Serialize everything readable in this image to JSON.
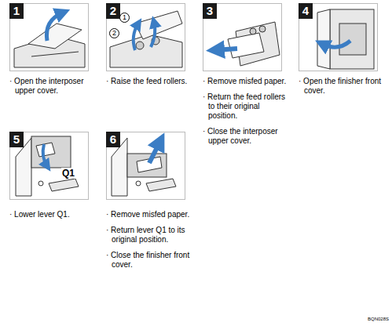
{
  "diagram": {
    "nodes": [
      {
        "text": [
          "1"
        ]
      },
      {
        "text": [
          "2"
        ]
      },
      {
        "text": [
          "1"
        ]
      },
      {
        "text": [
          "2"
        ]
      },
      {
        "text": [
          "3"
        ]
      },
      {
        "text": [
          "4"
        ]
      },
      {
        "text": [
          "5"
        ]
      },
      {
        "text": [
          "6"
        ]
      }
    ],
    "labels": [
      "· Open the interposer upper cover.",
      "· Raise the feed rollers.",
      "· Remove misfed paper.",
      "· Return the feed rollers to their original position.",
      "· Close the interposer upper cover.",
      "· Open the finisher front cover.",
      "Q1",
      "· Lower lever Q1.",
      "· Remove misfed paper.",
      "· Return lever Q1 to its original position.",
      "· Close the finisher front cover.",
      "BQN028S"
    ]
  }
}
